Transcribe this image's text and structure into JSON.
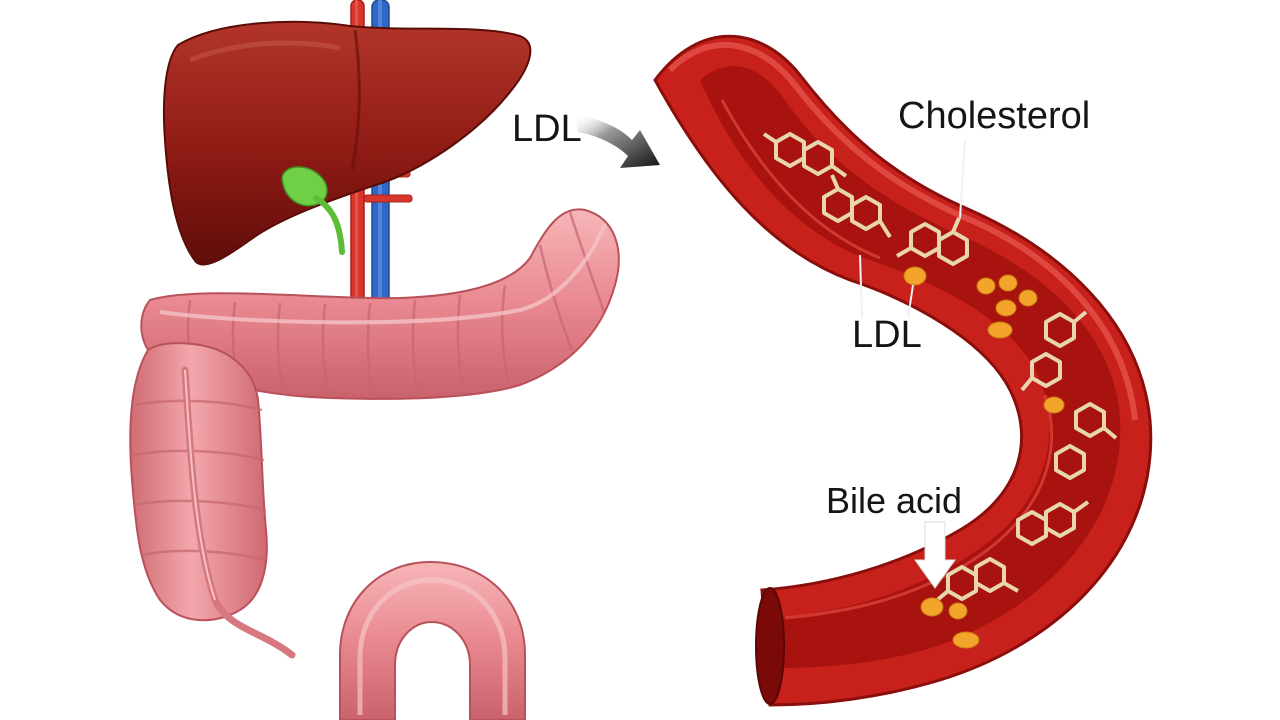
{
  "labels": {
    "ldl_top": "LDL",
    "cholesterol": "Cholesterol",
    "ldl_inside": "LDL",
    "bile_acid": "Bile acid"
  },
  "colors": {
    "liver": "#8e1a14",
    "gallbladder": "#6fcf45",
    "artery": "#d8352b",
    "vein": "#2f67c9",
    "intestine": "#e9858c",
    "vessel_wall": "#c8201b",
    "vessel_lumen": "#a8120f",
    "cholesterol_molecule": "#ead9b4",
    "ldl_particle": "#f2a52a",
    "arrow": "#1c1c1c"
  }
}
